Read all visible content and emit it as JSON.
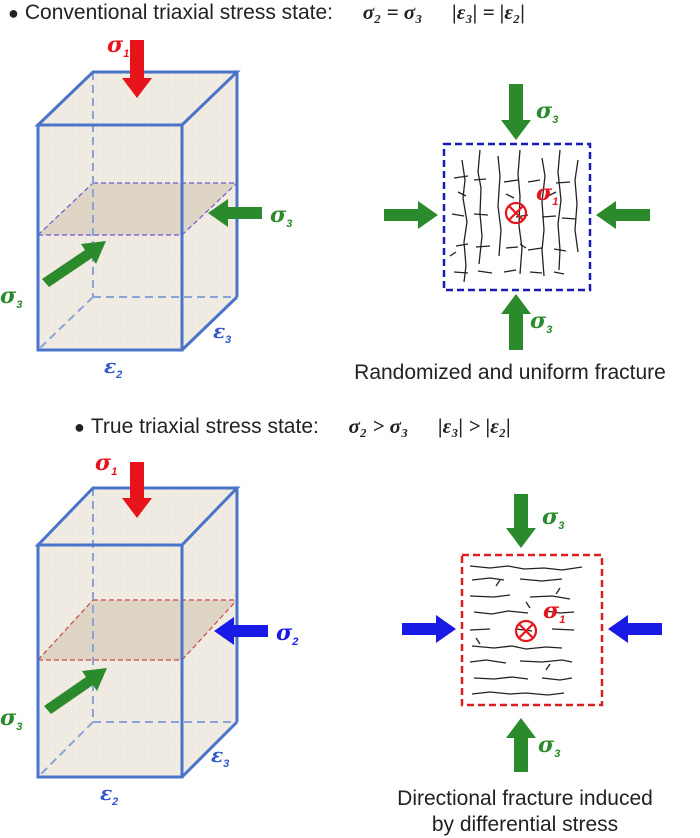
{
  "top_heading": {
    "bullet": "●",
    "text": "Conventional triaxial stress  state:",
    "relation": "σ₂ = σ₃",
    "strain_relation": "|ε₃| = |ε₂|"
  },
  "bottom_heading": {
    "bullet": "●",
    "text": "True triaxial stress  state:",
    "relation": "σ₂ > σ₃",
    "strain_relation": "|ε₃| > |ε₂|"
  },
  "symbols": {
    "sigma": "σ",
    "epsilon": "ε",
    "sub1": "1",
    "sub2": "2",
    "sub3": "3",
    "cross": "⊗"
  },
  "captions": {
    "top": "Randomized and uniform fracture",
    "bottom_line1": "Directional fracture induced",
    "bottom_line2": "by differential stress"
  },
  "colors": {
    "sigma1": "#e8141b",
    "sigma3": "#2b8a2b",
    "sigma2": "#1a1ae6",
    "cube_edge": "#4a74c9",
    "top_square": "#1a1ab8",
    "bottom_square": "#d8201f"
  }
}
